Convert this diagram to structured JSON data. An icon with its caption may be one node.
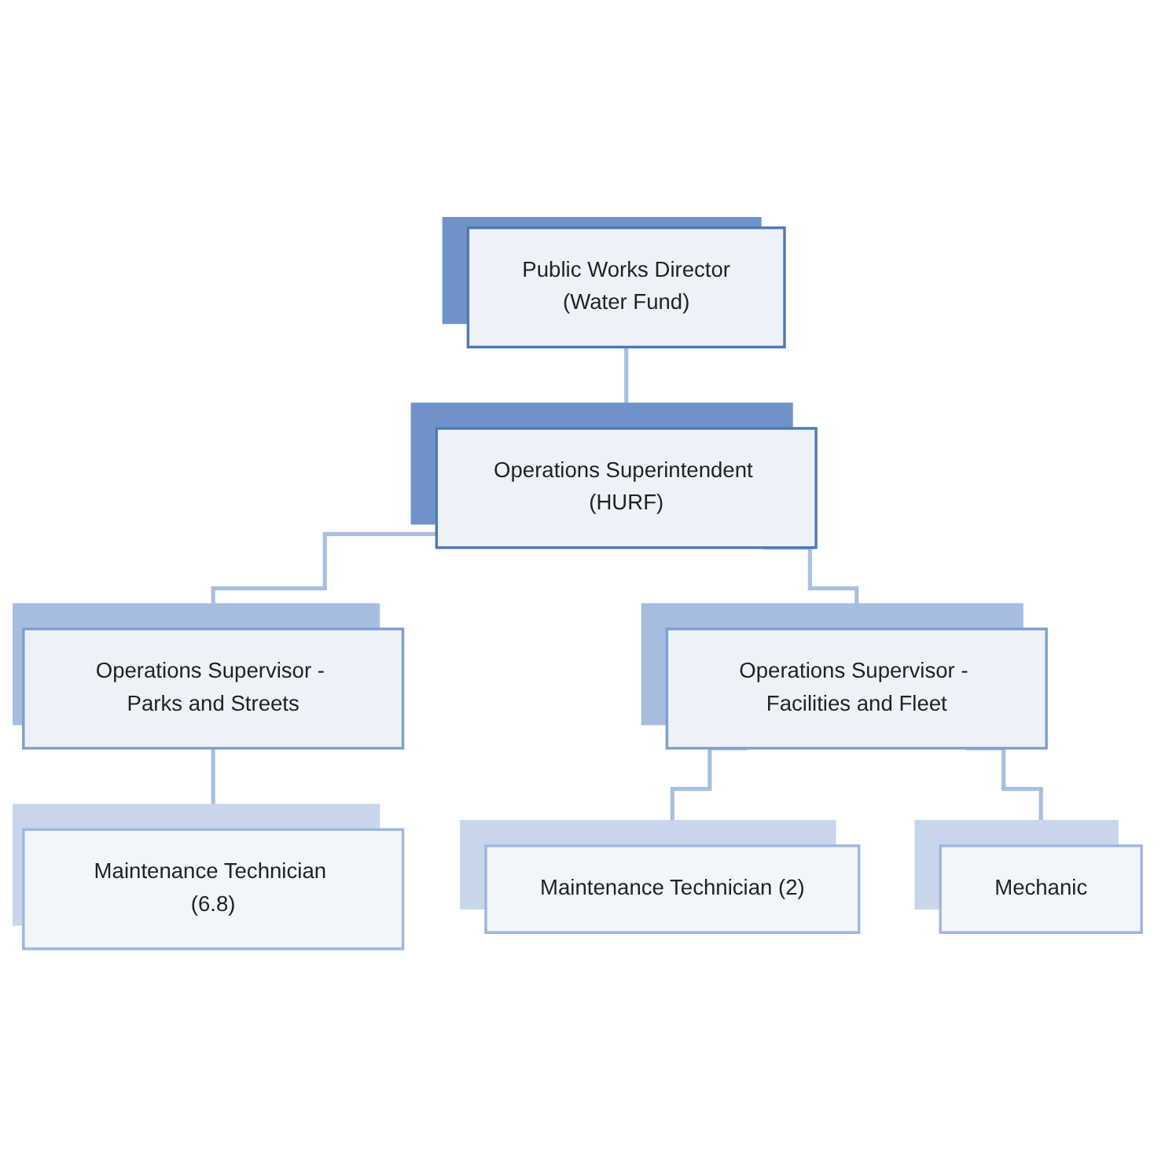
{
  "diagram": {
    "nodes": [
      {
        "text": [
          "Public Works Director",
          "(Water Fund)"
        ]
      },
      {
        "text": [
          "Operations Superintendent (HURF)"
        ]
      },
      {
        "text": [
          "Operations Supervisor - Parks and Streets"
        ]
      },
      {
        "text": [
          "Operations Supervisor - Facilities and Fleet"
        ]
      },
      {
        "text": [
          "Maintenance Technician (6.8)"
        ]
      },
      {
        "text": [
          "Maintenance Technician (2)"
        ]
      },
      {
        "text": [
          "Mechanic"
        ]
      }
    ],
    "edges": [
      {
        "from": 0,
        "to": 1,
        "arrow": "none"
      },
      {
        "from": 1,
        "to": 2,
        "arrow": "none"
      },
      {
        "from": 1,
        "to": 3,
        "arrow": "none"
      },
      {
        "from": 2,
        "to": 4,
        "arrow": "none"
      },
      {
        "from": 3,
        "to": 5,
        "arrow": "none"
      },
      {
        "from": 3,
        "to": 6,
        "arrow": "none"
      }
    ]
  }
}
